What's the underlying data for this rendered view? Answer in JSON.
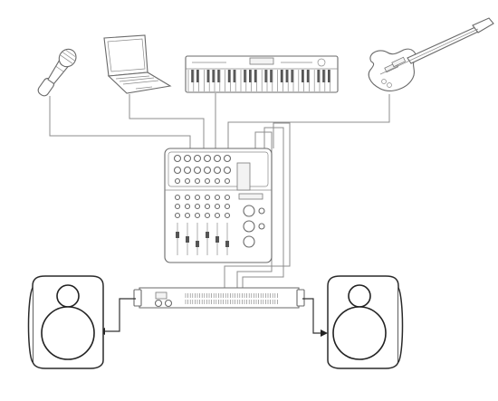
{
  "diagram": {
    "type": "audio-signal-flow",
    "devices": [
      {
        "id": "microphone",
        "icon": "microphone-icon"
      },
      {
        "id": "laptop",
        "icon": "laptop-icon"
      },
      {
        "id": "keyboard",
        "icon": "keyboard-icon"
      },
      {
        "id": "guitar",
        "icon": "electric-guitar-icon"
      },
      {
        "id": "mixer",
        "icon": "mixer-icon"
      },
      {
        "id": "amplifier",
        "icon": "amplifier-icon"
      },
      {
        "id": "left-speaker",
        "icon": "speaker-icon"
      },
      {
        "id": "right-speaker",
        "icon": "speaker-icon"
      }
    ],
    "connections": [
      {
        "from": "microphone",
        "to": "mixer"
      },
      {
        "from": "laptop",
        "to": "mixer"
      },
      {
        "from": "keyboard",
        "to": "mixer"
      },
      {
        "from": "guitar",
        "to": "mixer"
      },
      {
        "from": "mixer",
        "to": "amplifier"
      },
      {
        "from": "amplifier",
        "to": "left-speaker"
      },
      {
        "from": "amplifier",
        "to": "right-speaker"
      }
    ],
    "colors": {
      "cable": "#8c8c8c",
      "device_outline": "#6f6f6f",
      "speaker_outline": "#2a2a2a",
      "background": "#ffffff"
    }
  }
}
